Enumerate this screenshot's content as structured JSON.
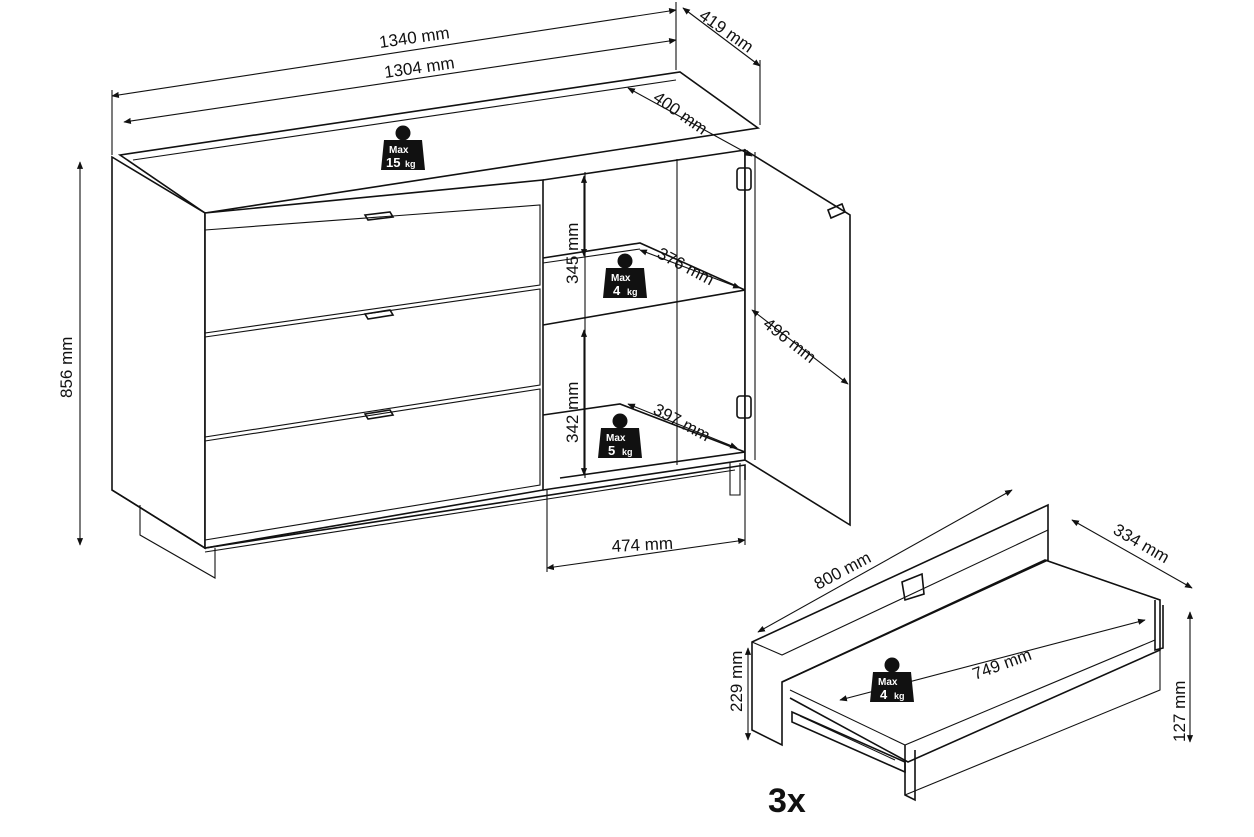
{
  "sideboard": {
    "dimensions": {
      "outer_width": "1340 mm",
      "inner_width": "1304 mm",
      "outer_depth": "419 mm",
      "inner_depth": "400 mm",
      "height": "856 mm",
      "shelf_top_height": "345 mm",
      "shelf_top_depth": "376 mm",
      "shelf_bottom_height": "342 mm",
      "shelf_bottom_depth": "397 mm",
      "door_height": "496 mm",
      "compartment_width": "474 mm"
    },
    "loads": {
      "top": {
        "max": "Max",
        "value": "15",
        "unit": "kg"
      },
      "upper_shelf": {
        "max": "Max",
        "value": "4",
        "unit": "kg"
      },
      "lower_shelf": {
        "max": "Max",
        "value": "5",
        "unit": "kg"
      }
    }
  },
  "drawer": {
    "count": "3x",
    "dimensions": {
      "width": "800 mm",
      "depth": "334 mm",
      "inner_width": "749 mm",
      "front_height": "229 mm",
      "side_height": "127 mm"
    },
    "load": {
      "max": "Max",
      "value": "4",
      "unit": "kg"
    }
  }
}
